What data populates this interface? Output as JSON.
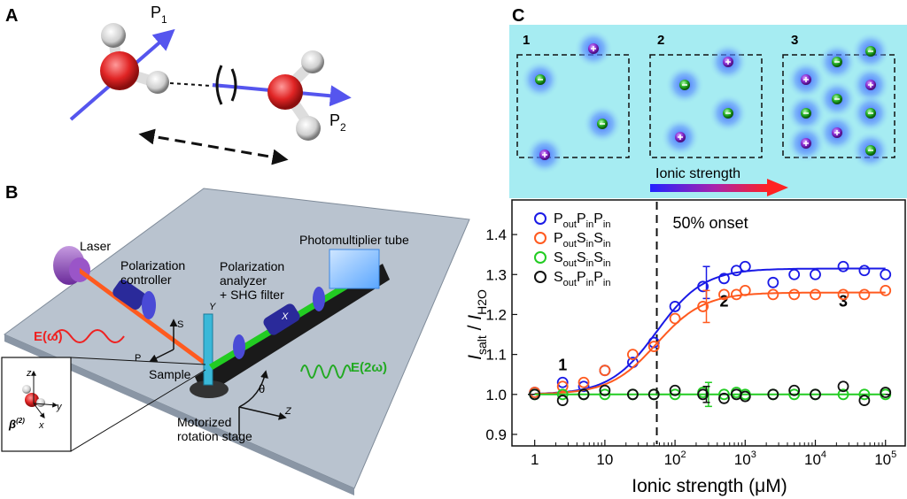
{
  "panels": {
    "A": {
      "letter": "A",
      "labels": {
        "p1_main": "P",
        "p1_sub": "1",
        "p2_main": "P",
        "p2_sub": "2"
      }
    },
    "B": {
      "letter": "B",
      "labels": {
        "laser": "Laser",
        "polarization_controller_1": "Polarization",
        "polarization_controller_2": "controller",
        "polarization_analyzer_1": "Polarization",
        "polarization_analyzer_2": "analyzer",
        "shg_filter": "+ SHG filter",
        "pmt": "Photomultiplier tube",
        "sample": "Sample",
        "stage_1": "Motorized",
        "stage_2": "rotation stage",
        "e_omega": "E(ω)",
        "e_2omega": "E(2ω)",
        "s": "S",
        "p": "P",
        "y": "Y",
        "x": "X",
        "z": "Z",
        "theta": "θ",
        "inset_beta_main": "β",
        "inset_beta_sup": "(2)",
        "inset_x": "x",
        "inset_y": "y",
        "inset_z": "z"
      }
    },
    "C": {
      "letter": "C",
      "schematic": {
        "stages": [
          "1",
          "2",
          "3"
        ],
        "arrow_label": "Ionic strength",
        "background_color": "#a6ecf2"
      }
    }
  },
  "chart_data": {
    "type": "scatter",
    "xlabel": "Ionic strength (μM)",
    "ylabel_main": "I",
    "ylabel_num_sub": "salt",
    "ylabel_den_main": "I",
    "ylabel_den_sub": "H2O",
    "x_scale": "log",
    "xlim": [
      0.8,
      120000
    ],
    "ylim": [
      0.88,
      1.46
    ],
    "x_ticks": [
      {
        "value": 1,
        "base": "1",
        "exp": ""
      },
      {
        "value": 10,
        "base": "10",
        "exp": ""
      },
      {
        "value": 100,
        "base": "10",
        "exp": "2"
      },
      {
        "value": 1000,
        "base": "10",
        "exp": "3"
      },
      {
        "value": 10000,
        "base": "10",
        "exp": "4"
      },
      {
        "value": 100000,
        "base": "10",
        "exp": "5"
      }
    ],
    "y_ticks": [
      "0.9",
      "1.0",
      "1.1",
      "1.2",
      "1.3",
      "1.4"
    ],
    "annotation_onset": "50% onset",
    "onset_x": 55,
    "region_labels": [
      {
        "text": "1",
        "x": 2.5,
        "y": 1.06
      },
      {
        "text": "2",
        "x": 500,
        "y": 1.22
      },
      {
        "text": "3",
        "x": 25000,
        "y": 1.22
      }
    ],
    "series": [
      {
        "name_main": "P",
        "name_sub1": "out",
        "name_mid1": "P",
        "name_sub2": "in",
        "name_mid2": "P",
        "name_sub3": "in",
        "color": "#1a1ae6",
        "x": [
          1,
          2.5,
          5,
          10,
          25,
          50,
          100,
          250,
          500,
          750,
          1000,
          2500,
          5000,
          10000,
          25000,
          50000,
          100000
        ],
        "y": [
          1.005,
          1.03,
          1.02,
          1.06,
          1.08,
          1.13,
          1.22,
          1.27,
          1.29,
          1.31,
          1.32,
          1.28,
          1.3,
          1.3,
          1.32,
          1.31,
          1.3
        ],
        "error_at_x": 280,
        "error_y": 1.28,
        "error_range": [
          1.24,
          1.32
        ],
        "fit": {
          "base": 1.0,
          "amp": 0.315,
          "x50": 55,
          "slope": 1.3
        }
      },
      {
        "name_main": "P",
        "name_sub1": "out",
        "name_mid1": "S",
        "name_sub2": "in",
        "name_mid2": "S",
        "name_sub3": "in",
        "color": "#ff5a1f",
        "x": [
          1,
          2.5,
          5,
          10,
          25,
          50,
          100,
          250,
          500,
          750,
          1000,
          2500,
          5000,
          10000,
          25000,
          50000,
          100000
        ],
        "y": [
          1.005,
          1.02,
          1.03,
          1.06,
          1.1,
          1.12,
          1.19,
          1.22,
          1.25,
          1.25,
          1.26,
          1.25,
          1.25,
          1.25,
          1.25,
          1.25,
          1.26
        ],
        "error_at_x": 280,
        "error_y": 1.22,
        "error_range": [
          1.18,
          1.26
        ],
        "fit": {
          "base": 1.0,
          "amp": 0.255,
          "x50": 55,
          "slope": 1.3
        }
      },
      {
        "name_main": "S",
        "name_sub1": "out",
        "name_mid1": "S",
        "name_sub2": "in",
        "name_mid2": "S",
        "name_sub3": "in",
        "color": "#22cc22",
        "x": [
          1,
          2.5,
          5,
          10,
          25,
          50,
          100,
          250,
          500,
          750,
          1000,
          2500,
          5000,
          10000,
          25000,
          50000,
          100000
        ],
        "y": [
          1.0,
          1.0,
          1.0,
          1.0,
          1.0,
          1.0,
          1.0,
          1.005,
          1.0,
          1.005,
          1.0,
          1.0,
          1.0,
          1.0,
          1.0,
          1.0,
          1.0
        ],
        "error_at_x": 300,
        "error_y": 1.0,
        "error_range": [
          0.97,
          1.03
        ],
        "fit": {
          "base": 1.0,
          "amp": 0.0,
          "x50": 55,
          "slope": 1.3
        }
      },
      {
        "name_main": "S",
        "name_sub1": "out",
        "name_mid1": "P",
        "name_sub2": "in",
        "name_mid2": "P",
        "name_sub3": "in",
        "color": "#111111",
        "x": [
          1,
          2.5,
          5,
          10,
          25,
          50,
          100,
          250,
          500,
          750,
          1000,
          2500,
          5000,
          10000,
          25000,
          50000,
          100000
        ],
        "y": [
          1.0,
          0.985,
          1.0,
          1.01,
          1.0,
          1.0,
          1.01,
          1.0,
          0.99,
          1.0,
          0.995,
          1.0,
          1.01,
          1.0,
          1.02,
          0.985,
          1.005
        ],
        "error_at_x": 280,
        "error_y": 1.0,
        "error_range": [
          0.98,
          1.02
        ],
        "fit": null
      }
    ]
  }
}
